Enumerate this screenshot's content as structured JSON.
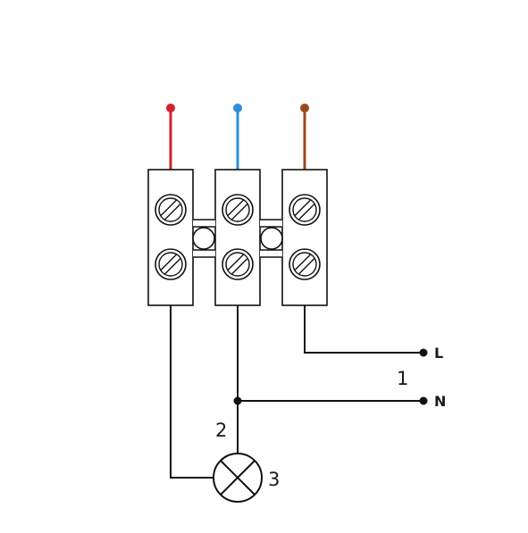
{
  "wire_colors": {
    "red": "#d2232a",
    "blue": "#2b8fd9",
    "brown": "#9a4a1f",
    "circuit": "#111111"
  },
  "terminal_block": {
    "terminals": [
      "terminal-left",
      "terminal-middle",
      "terminal-right"
    ],
    "screw_count": 6
  },
  "labels": {
    "live": "L",
    "neutral": "N",
    "marker_1": "1",
    "marker_2": "2",
    "marker_3": "3"
  },
  "symbols": {
    "lamp": "lamp-icon"
  }
}
